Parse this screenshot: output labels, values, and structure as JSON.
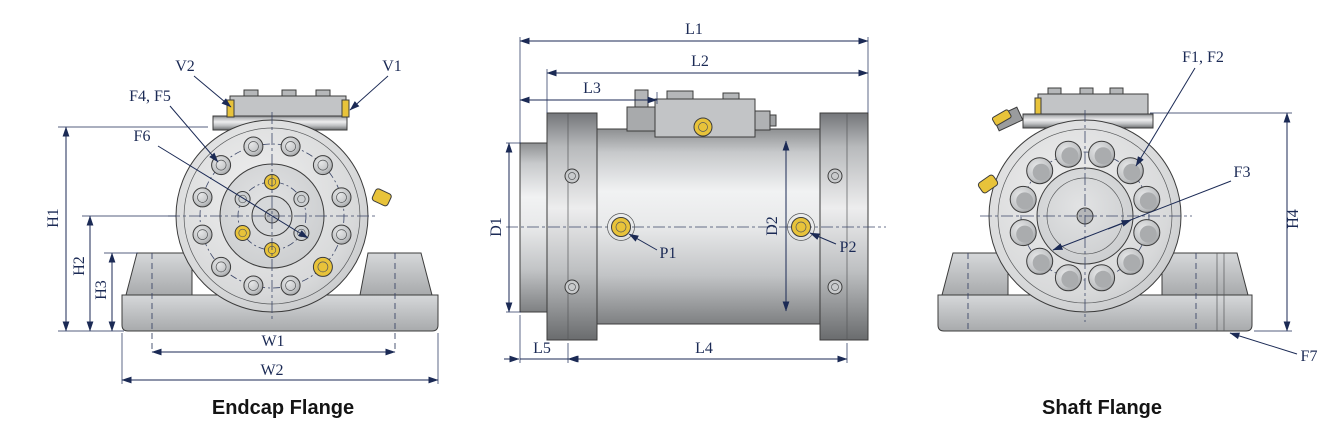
{
  "drawing": {
    "views": {
      "endcap": {
        "caption": "Endcap Flange",
        "labels": {
          "v2": "V2",
          "v1": "V1",
          "f4_f5": "F4, F5",
          "f6": "F6",
          "h1": "H1",
          "h2": "H2",
          "h3": "H3",
          "w1": "W1",
          "w2": "W2"
        }
      },
      "side": {
        "labels": {
          "l1": "L1",
          "l2": "L2",
          "l3": "L3",
          "l4": "L4",
          "l5": "L5",
          "d1": "D1",
          "d2": "D2",
          "p1": "P1",
          "p2": "P2"
        }
      },
      "shaft": {
        "caption": "Shaft Flange",
        "labels": {
          "f1_f2": "F1, F2",
          "f3": "F3",
          "h4": "H4",
          "f7": "F7"
        }
      }
    },
    "colors": {
      "dimension": "#1b2a55",
      "accent_bolt": "#e8c33a",
      "metal_light": "#ededee",
      "metal_dark": "#7e8082",
      "caption_text": "#141414"
    }
  }
}
